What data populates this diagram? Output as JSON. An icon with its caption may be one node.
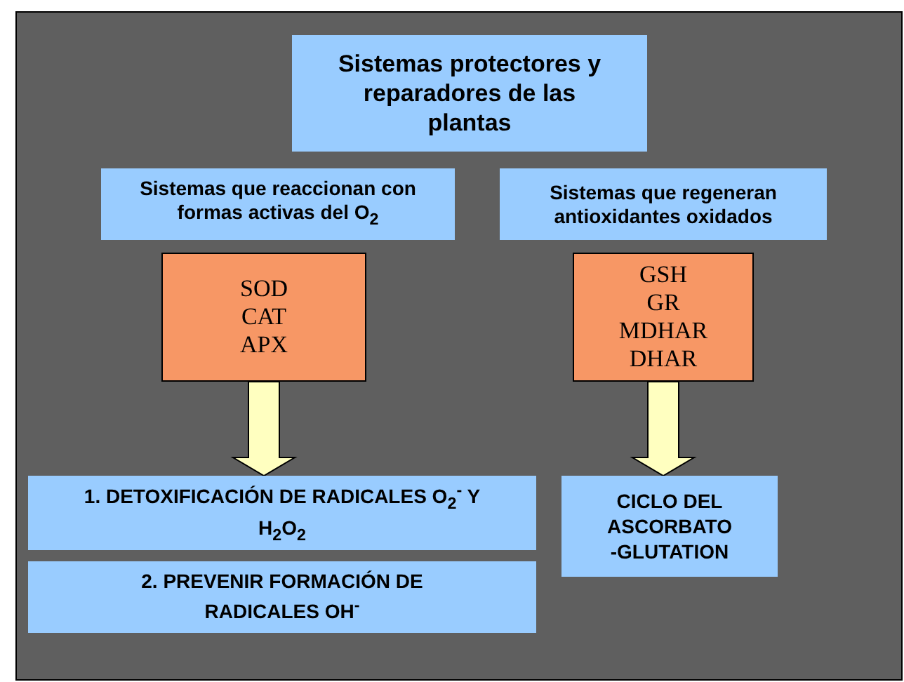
{
  "diagram": {
    "nodes": [
      {
        "text": [
          "Sistemas protectores y reparadores de las plantas"
        ]
      },
      {
        "text": [
          "Sistemas que reaccionan con formas activas del O$_{2}$"
        ]
      },
      {
        "text": [
          "Sistemas que regeneran antioxidantes oxidados"
        ]
      },
      {
        "text": [
          "SOD",
          "CAT",
          "APX"
        ]
      },
      {
        "text": [
          "GSH",
          "GR",
          "MDHAR",
          "DHAR"
        ]
      },
      {
        "text": [
          "1. DETOXIFICACIÓN DE RADICALES O$_{2}$$^{-}$  Y H$_{2}$O$_{2}$"
        ]
      },
      {
        "text": [
          "2. PREVENIR FORMACIÓN DE RADICALES OH$^{-}$"
        ]
      },
      {
        "text": [
          "CICLO DEL ASCORBATO -GLUTATION"
        ]
      }
    ],
    "edges": [
      {
        "from": 3,
        "to": 5,
        "arrow": "to"
      },
      {
        "from": 4,
        "to": 7,
        "arrow": "to"
      }
    ]
  }
}
